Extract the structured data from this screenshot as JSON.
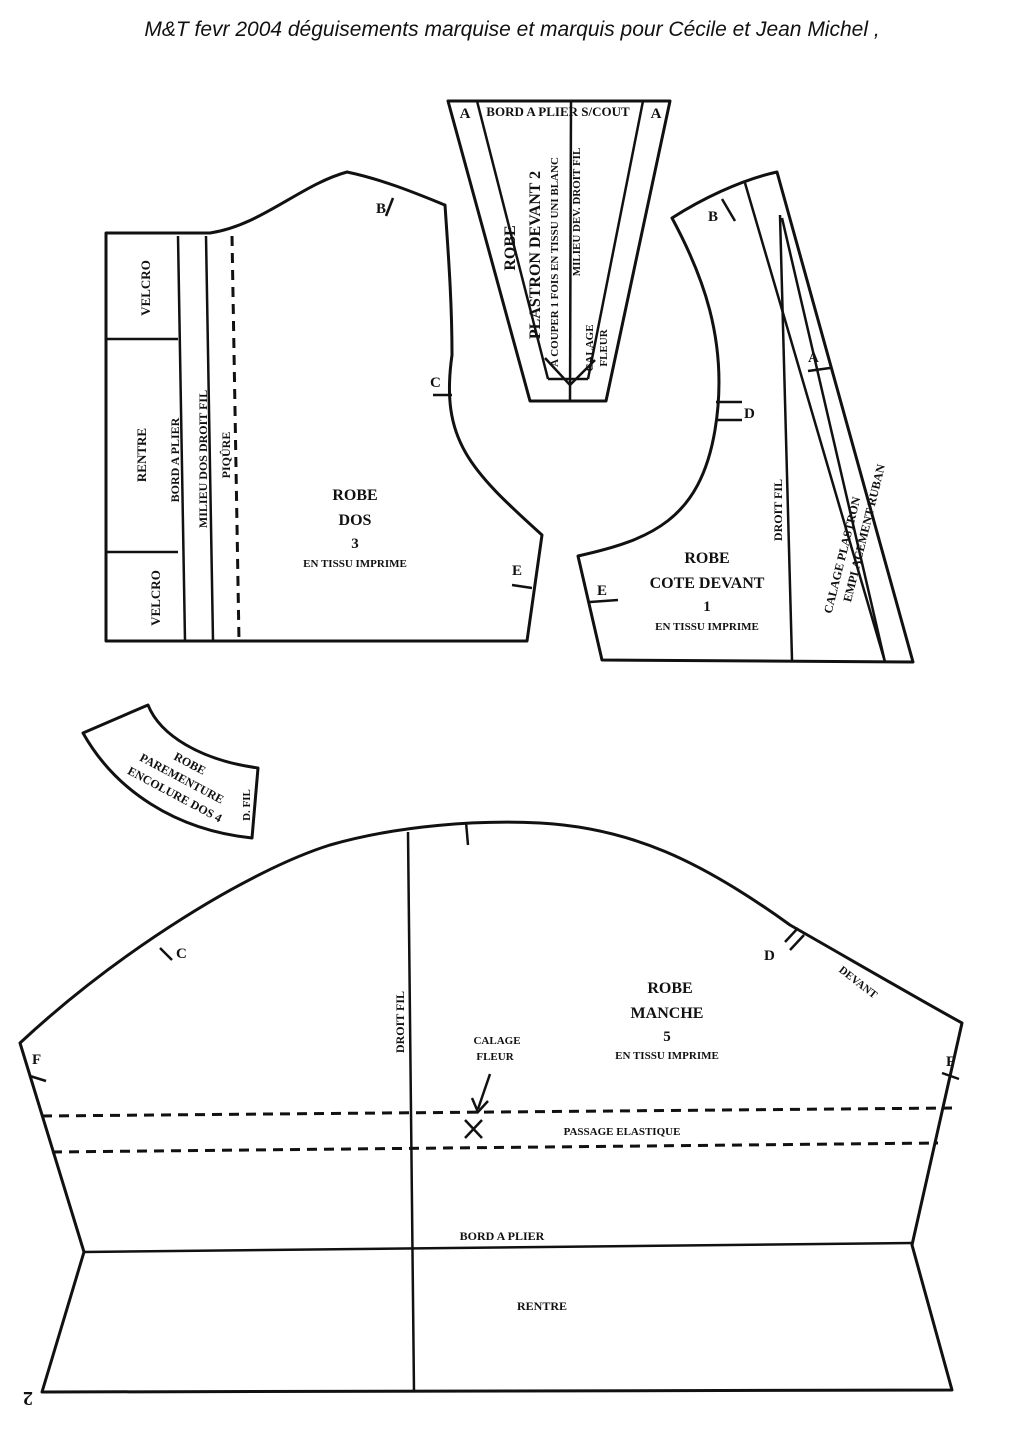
{
  "header": "M&T fevr 2004 déguisements marquise et marquis pour Cécile et Jean Michel ,",
  "pieces": {
    "dos": {
      "title": "ROBE",
      "name": "DOS",
      "number": "3",
      "fabric": "EN TISSU IMPRIME",
      "velcro_top": "VELCRO",
      "rentre": "RENTRE",
      "velcro_bottom": "VELCRO",
      "bord": "BORD A PLIER",
      "milieu": "MILIEU DOS DROIT FIL",
      "pique": "PIQÛRE",
      "mark_b": "B",
      "mark_c": "C",
      "mark_e": "E"
    },
    "plastron": {
      "title": "ROBE",
      "name": "PLASTRON DEVANT 2",
      "cut": "A COUPER 1 FOIS EN TISSU UNI BLANC",
      "milieu": "MILIEU DEV. DROIT FIL",
      "bord": "BORD A PLIER S/COUT",
      "calage": "CALAGE",
      "fleur": "FLEUR",
      "mark_a": "A"
    },
    "cote": {
      "title": "ROBE",
      "name": "COTE DEVANT",
      "number": "1",
      "fabric": "EN TISSU IMPRIME",
      "droit": "DROIT FIL",
      "calage": "CALAGE PLASTRON",
      "emplacement": "EMPLACEMENT RUBAN",
      "mark_b": "B",
      "mark_a": "A",
      "mark_d": "D",
      "mark_e": "E"
    },
    "parementure": {
      "title": "ROBE",
      "name": "PAREMENTURE",
      "sub": "ENCOLURE DOS 4",
      "droit": "D. FIL"
    },
    "manche": {
      "title": "ROBE",
      "name": "MANCHE",
      "number": "5",
      "fabric": "EN TISSU IMPRIME",
      "droit": "DROIT FIL",
      "calage": "CALAGE",
      "fleur": "FLEUR",
      "passage": "PASSAGE ELASTIQUE",
      "bord": "BORD A PLIER",
      "rentre": "RENTRE",
      "devant": "DEVANT",
      "mark_c": "C",
      "mark_d": "D",
      "mark_f_left": "F",
      "mark_f_right": "F"
    }
  },
  "page_number": "2"
}
